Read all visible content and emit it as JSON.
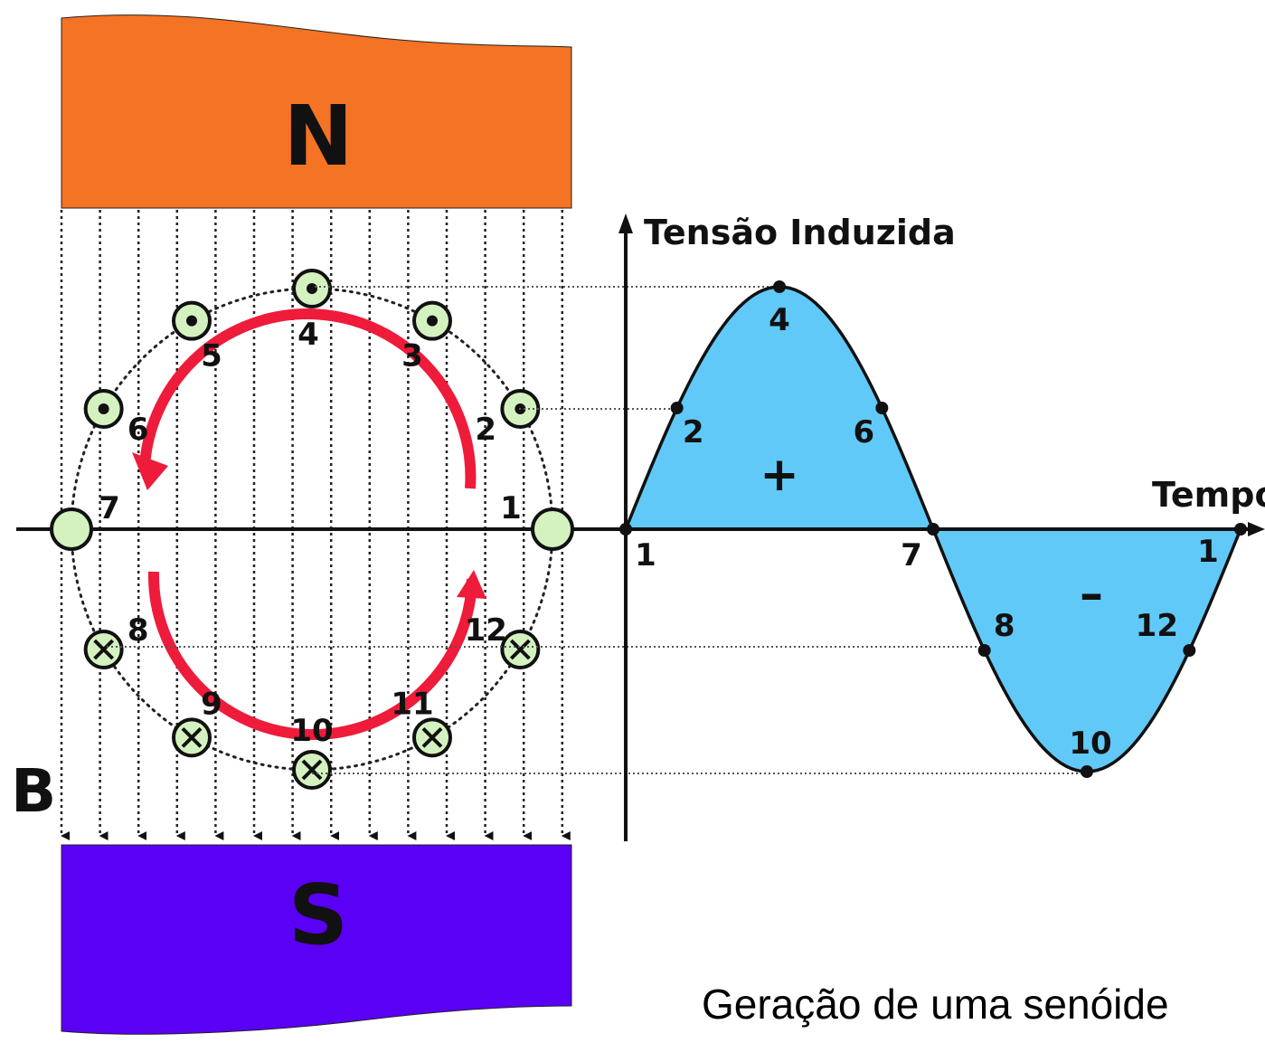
{
  "magnets": {
    "north": "N",
    "south": "S",
    "field": "B"
  },
  "colors": {
    "north": "#f47324",
    "south": "#5a00f5",
    "arrow": "#ee1b3a",
    "conductor_fill": "#d4f2c0",
    "wave_fill": "#61c9f7"
  },
  "conductors": [
    {
      "label": "1",
      "symbol": ""
    },
    {
      "label": "2",
      "symbol": "dot"
    },
    {
      "label": "3",
      "symbol": "dot"
    },
    {
      "label": "4",
      "symbol": "dot"
    },
    {
      "label": "5",
      "symbol": "dot"
    },
    {
      "label": "6",
      "symbol": "dot"
    },
    {
      "label": "7",
      "symbol": ""
    },
    {
      "label": "8",
      "symbol": "cross"
    },
    {
      "label": "9",
      "symbol": "cross"
    },
    {
      "label": "10",
      "symbol": "cross"
    },
    {
      "label": "11",
      "symbol": "cross"
    },
    {
      "label": "12",
      "symbol": "cross"
    }
  ],
  "rotation": "counterclockwise",
  "graph": {
    "y_axis_label": "Tensão Induzida",
    "x_axis_label": "Tempo",
    "positive_sign": "+",
    "negative_sign": "–",
    "point_labels": [
      "1",
      "2",
      "4",
      "6",
      "7",
      "8",
      "10",
      "12",
      "1"
    ]
  },
  "caption": "Geração de uma senóide"
}
